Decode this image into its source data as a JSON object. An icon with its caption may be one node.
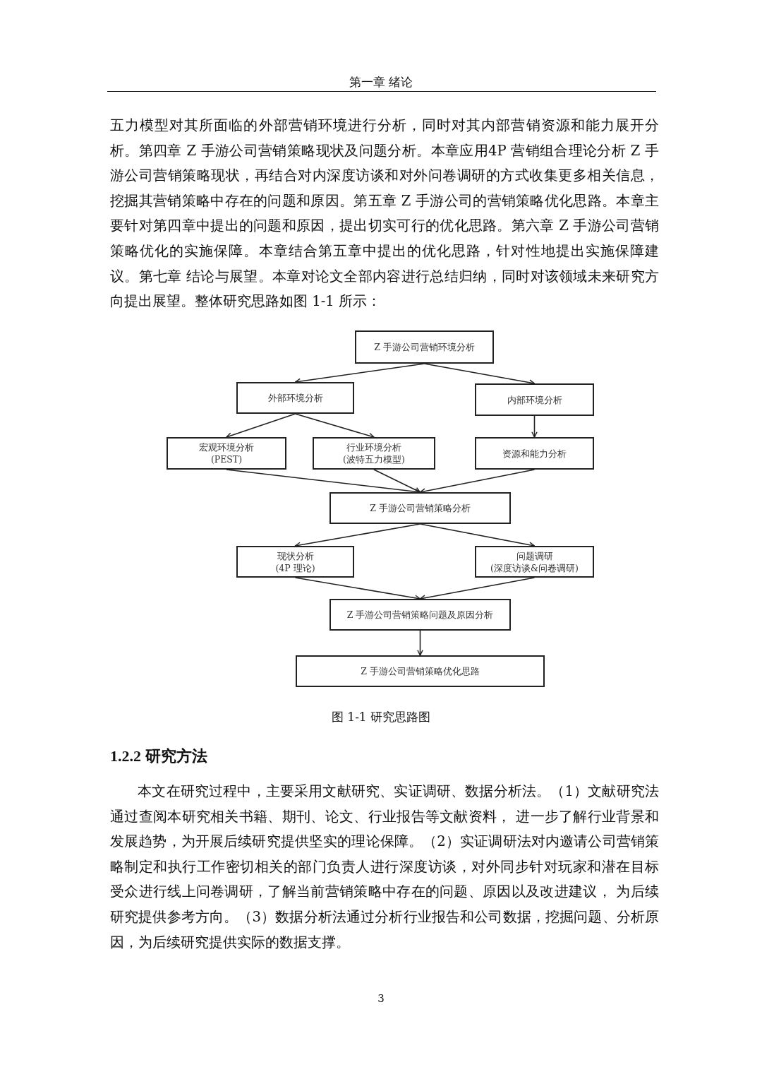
{
  "diagram": {
    "caption": "图 1-1 研究思路图",
    "nodes": [
      {
        "text": [
          "Z 手游公司营销环境分析"
        ]
      },
      {
        "text": [
          "外部环境分析"
        ]
      },
      {
        "text": [
          "内部环境分析"
        ]
      },
      {
        "text": [
          "宏观环境分析",
          "(PEST)"
        ]
      },
      {
        "text": [
          "行业环境分析",
          "(波特五力模型)"
        ]
      },
      {
        "text": [
          "资源和能力分析"
        ]
      },
      {
        "text": [
          "Z 手游公司营销策略分析"
        ]
      },
      {
        "text": [
          "现状分析",
          "(4P 理论)"
        ]
      },
      {
        "text": [
          "问题调研",
          "(深度访谈&问卷调研)"
        ]
      },
      {
        "text": [
          "Z 手游公司营销策略问题及原因分析"
        ]
      },
      {
        "text": [
          "Z 手游公司营销策略优化思路"
        ]
      }
    ],
    "edges": [
      {
        "from": 0,
        "to": 1,
        "arrow": "to"
      },
      {
        "from": 0,
        "to": 2,
        "arrow": "to"
      },
      {
        "from": 1,
        "to": 3,
        "arrow": "to"
      },
      {
        "from": 1,
        "to": 4,
        "arrow": "to"
      },
      {
        "from": 2,
        "to": 5,
        "arrow": "to"
      },
      {
        "from": 3,
        "to": 6,
        "arrow": "to"
      },
      {
        "from": 4,
        "to": 6,
        "arrow": "to"
      },
      {
        "from": 5,
        "to": 6,
        "arrow": "to"
      },
      {
        "from": 6,
        "to": 7,
        "arrow": "to"
      },
      {
        "from": 6,
        "to": 8,
        "arrow": "to"
      },
      {
        "from": 7,
        "to": 9,
        "arrow": "to"
      },
      {
        "from": 8,
        "to": 9,
        "arrow": "to"
      },
      {
        "from": 9,
        "to": 10,
        "arrow": "to"
      }
    ],
    "labels": [
      "第一章 绪论",
      "五力模型对其所面临的外部营销环境进行分析，同时对其内部营销资源和能力展开分析。第四章 Z 手游公司营销策略现状及问题分析。本章应用4P 营销组合理论分析 Z 手游公司营销策略现状，再结合对内深度访谈和对外问卷调研的方式收集更多相关信息，挖掘其营销策略中存在的问题和原因。第五章 Z 手游公司的营销策略优化思路。本章主要针对第四章中提出的问题和原因，提出切实可行的优化思路。第六章 Z 手游公司营销策略优化的实施保障。本章结合第五章中提出的优化思路，针对性地提出实施保障建议。第七章 结论与展望。本章对论文全部内容进行总结归纳，同时对该领域未来研究方向提出展望。整体研究思路如图 1-1 所示：",
      "1.2.2 研究方法",
      "本文在研究过程中，主要采用文献研究、实证调研、数据分析法。（1）文献研究法通过查阅本研究相关书籍、期刊、论文、行业报告等文献资料， 进一步了解行业背景和发展趋势，为开展后续研究提供坚实的理论保障。（2）实证调研法对内邀请公司营销策略制定和执行工作密切相关的部门负责人进行深度访谈，对外同步针对玩家和潜在目标受众进行线上问卷调研，了解当前营销策略中存在的问题、原因以及改进建议， 为后续研究提供参考方向。（3）数据分析法通过分析行业报告和公司数据，挖掘问题、分析原因，为后续研究提供实际的数据支撑。",
      "3"
    ]
  }
}
